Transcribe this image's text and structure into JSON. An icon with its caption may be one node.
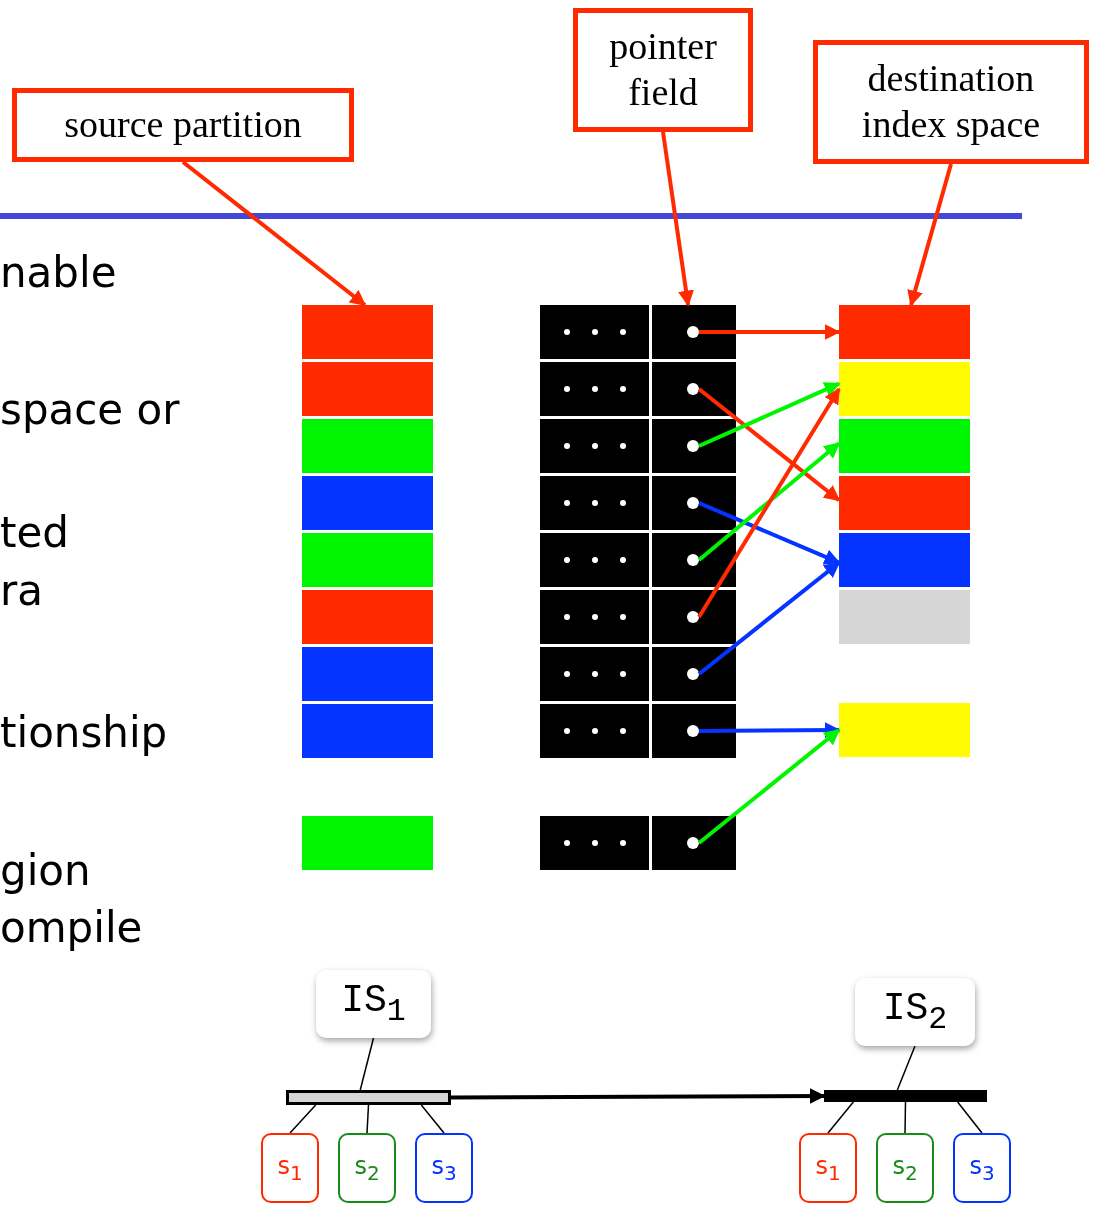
{
  "diagram": {
    "nodes": [
      {
        "text": [
          "source partition"
        ]
      },
      {
        "text": [
          "pointer field"
        ]
      },
      {
        "text": [
          "destination index space"
        ]
      },
      {
        "text": [],
        "shape": "box"
      },
      {
        "text": [],
        "shape": "box"
      },
      {
        "text": [],
        "shape": "box"
      },
      {
        "text": [],
        "shape": "box"
      },
      {
        "text": [],
        "shape": "box"
      },
      {
        "text": [],
        "shape": "box"
      },
      {
        "text": [],
        "shape": "box"
      },
      {
        "text": [],
        "shape": "box"
      },
      {
        "text": [],
        "shape": "box"
      },
      {
        "text": [],
        "shape": "box"
      },
      {
        "text": [],
        "shape": "box"
      },
      {
        "text": [],
        "shape": "circle",
        "in": 13
      },
      {
        "text": [],
        "shape": "box"
      },
      {
        "text": [],
        "shape": "box"
      },
      {
        "text": [],
        "shape": "circle",
        "in": 16
      },
      {
        "text": [],
        "shape": "box"
      },
      {
        "text": [],
        "shape": "box"
      },
      {
        "text": [],
        "shape": "circle",
        "in": 19
      },
      {
        "text": [],
        "shape": "box"
      },
      {
        "text": [],
        "shape": "box"
      },
      {
        "text": [],
        "shape": "circle",
        "in": 22
      },
      {
        "text": [],
        "shape": "box"
      },
      {
        "text": [],
        "shape": "box"
      },
      {
        "text": [],
        "shape": "circle",
        "in": 25
      },
      {
        "text": [],
        "shape": "box"
      },
      {
        "text": [],
        "shape": "box"
      },
      {
        "text": [],
        "shape": "circle",
        "in": 28
      },
      {
        "text": [],
        "shape": "box"
      },
      {
        "text": [],
        "shape": "box"
      },
      {
        "text": [],
        "shape": "circle",
        "in": 31
      },
      {
        "text": [],
        "shape": "box"
      },
      {
        "text": [],
        "shape": "box"
      },
      {
        "text": [],
        "shape": "circle",
        "in": 34
      },
      {
        "text": [],
        "shape": "box"
      },
      {
        "text": [],
        "shape": "box"
      },
      {
        "text": [],
        "shape": "circle",
        "in": 37
      },
      {
        "text": [],
        "shape": "box"
      },
      {
        "text": [],
        "shape": "box"
      },
      {
        "text": [],
        "shape": "box"
      },
      {
        "text": [],
        "shape": "box"
      },
      {
        "text": [],
        "shape": "box"
      },
      {
        "text": [],
        "shape": "box"
      },
      {
        "text": [],
        "shape": "box"
      },
      {
        "text": [
          "IS$_{1}$"
        ]
      },
      {
        "text": [],
        "shape": "bar"
      },
      {
        "text": [
          "s$_{1}$"
        ]
      },
      {
        "text": [
          "s$_{2}$"
        ]
      },
      {
        "text": [
          "s$_{3}$"
        ]
      },
      {
        "text": [
          "IS$_{2}$"
        ]
      },
      {
        "text": [],
        "shape": "bar"
      },
      {
        "text": [
          "s$_{1}$"
        ]
      },
      {
        "text": [
          "s$_{2}$"
        ]
      },
      {
        "text": [
          "s$_{3}$"
        ]
      }
    ],
    "edges": [
      {
        "from": 0,
        "to": 3,
        "arrow": "to",
        "color": "#ff2a00"
      },
      {
        "from": 1,
        "to": 13,
        "arrow": "to",
        "color": "#ff2a00"
      },
      {
        "from": 2,
        "to": 39,
        "arrow": "to",
        "color": "#ff2a00"
      },
      {
        "from": 14,
        "to": 39,
        "arrow": "to",
        "color": "#ff2a00"
      },
      {
        "from": 17,
        "to": 42,
        "arrow": "to",
        "color": "#ff2a00"
      },
      {
        "from": 20,
        "to": 40,
        "arrow": "to",
        "color": "#00f500"
      },
      {
        "from": 23,
        "to": 43,
        "arrow": "to",
        "color": "#0533ff"
      },
      {
        "from": 26,
        "to": 41,
        "arrow": "to",
        "color": "#00f500"
      },
      {
        "from": 29,
        "to": 40,
        "arrow": "to",
        "color": "#ff2a00"
      },
      {
        "from": 32,
        "to": 43,
        "arrow": "to",
        "color": "#0533ff"
      },
      {
        "from": 35,
        "to": 45,
        "arrow": "to",
        "color": "#0533ff"
      },
      {
        "from": 38,
        "to": 45,
        "arrow": "to",
        "color": "#00f500"
      },
      {
        "from": 46,
        "to": 47,
        "arrow": "none"
      },
      {
        "from": 47,
        "to": 48,
        "arrow": "none"
      },
      {
        "from": 47,
        "to": 49,
        "arrow": "none"
      },
      {
        "from": 47,
        "to": 50,
        "arrow": "none"
      },
      {
        "from": 51,
        "to": 52,
        "arrow": "none"
      },
      {
        "from": 52,
        "to": 53,
        "arrow": "none"
      },
      {
        "from": 52,
        "to": 54,
        "arrow": "none"
      },
      {
        "from": 52,
        "to": 55,
        "arrow": "none"
      },
      {
        "from": 47,
        "to": 52,
        "arrow": "to"
      }
    ],
    "labels": [
      "nable",
      "space or",
      "ted",
      "ra",
      "tionship",
      "gion",
      "ompile"
    ]
  }
}
